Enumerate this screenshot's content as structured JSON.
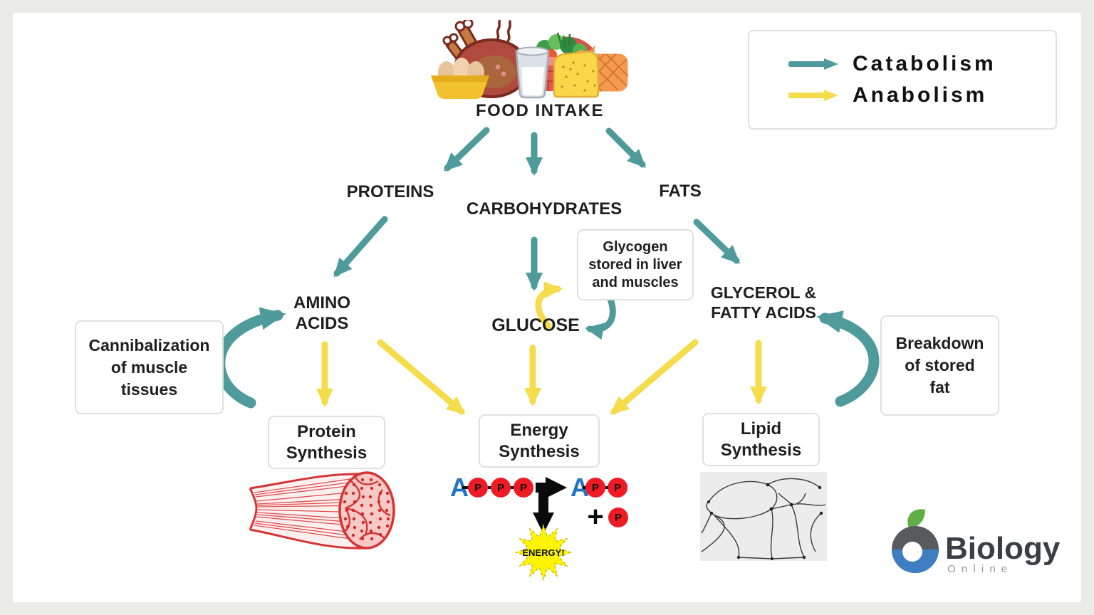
{
  "legend": {
    "catabolism_label": "Catabolism",
    "anabolism_label": "Anabolism"
  },
  "nodes": {
    "food_intake": "FOOD INTAKE",
    "proteins": "PROTEINS",
    "carbohydrates": "CARBOHYDRATES",
    "fats": "FATS",
    "amino_acids": {
      "line1": "AMINO",
      "line2": "ACIDS"
    },
    "glucose": "GLUCOSE",
    "glycerol_fatty_acids": {
      "line1": "GLYCEROL &",
      "line2": "FATTY ACIDS"
    }
  },
  "side_boxes": {
    "glycogen": {
      "line1": "Glycogen",
      "line2": "stored in liver",
      "line3": "and muscles"
    },
    "cannibalization": {
      "line1": "Cannibalization",
      "line2": "of muscle",
      "line3": "tissues"
    },
    "breakdown": {
      "line1": "Breakdown",
      "line2": "of stored",
      "line3": "fat"
    }
  },
  "process_boxes": {
    "protein_synthesis": {
      "line1": "Protein",
      "line2": "Synthesis"
    },
    "energy_synthesis": {
      "line1": "Energy",
      "line2": "Synthesis"
    },
    "lipid_synthesis": {
      "line1": "Lipid",
      "line2": "Synthesis"
    }
  },
  "atp": {
    "adenosine": "A",
    "phosphate": "P",
    "plus": "+",
    "energy": "ENERGY!"
  },
  "logo": {
    "name": "Biology",
    "subtitle": "O n l i n e"
  },
  "colors": {
    "catabolism-teal": "#4f9b9b",
    "anabolism-yellow": "#f5dc4d",
    "text-dark": "#1f1f1f",
    "atp-red": "#ee1b24",
    "atp-blue": "#2273c8",
    "muscle-red": "#d63434",
    "burst-yellow": "#fdf500",
    "logo-green": "#5faf46",
    "logo-blue": "#3e7ec1",
    "logo-gray": "#595a5e"
  }
}
